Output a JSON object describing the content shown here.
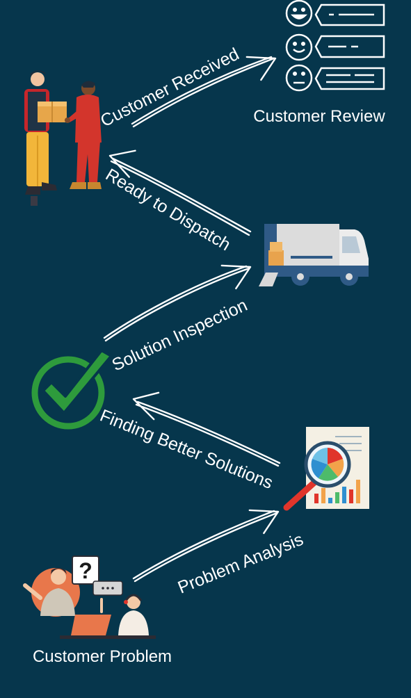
{
  "nodes": {
    "customer_review": "Customer Review",
    "customer_problem": "Customer Problem"
  },
  "steps": {
    "customer_received": "Customer Received",
    "ready_to_dispatch": "Ready to Dispatch",
    "solution_inspection": "Solution Inspection",
    "finding_better_solutions": "Finding Better Solutions",
    "problem_analysis": "Problem Analysis"
  },
  "icons": {
    "review_faces": "smiley-feedback-icon",
    "handover": "package-handover-icon",
    "truck": "delivery-truck-icon",
    "check": "checkmark-icon",
    "analysis": "magnifier-report-icon",
    "support": "customer-support-icon",
    "question": "question-mark-icon"
  },
  "colors": {
    "background": "#06364c",
    "check_green": "#2e9b3c",
    "truck_blue": "#2f5a86",
    "accent_red": "#e0352b"
  }
}
